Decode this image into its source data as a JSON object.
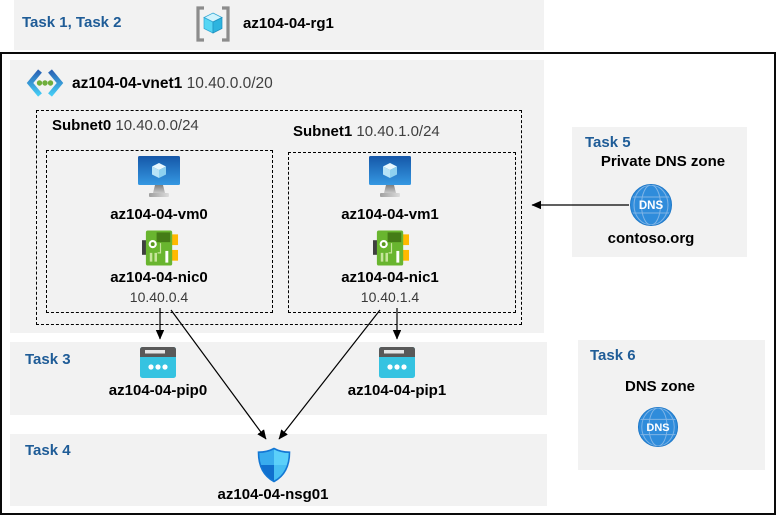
{
  "colors": {
    "task_label_blue": "#1F5C97",
    "panel_gray": "#F2F2F2",
    "outer_border": "#0A0A0A",
    "arrow": "#000000",
    "vm_blue": "#1E5FB4",
    "nic_green": "#69B52F",
    "pip_cyan": "#35C3E1",
    "nsg_blue": "#1377D4",
    "dns_blue": "#2F8CDB"
  },
  "rg_band": {
    "tasks": "Task 1, Task 2",
    "rg_name": "az104-04-rg1"
  },
  "vnet": {
    "name": "az104-04-vnet1",
    "cidr": "10.40.0.0/20",
    "subnets": [
      {
        "name": "Subnet0",
        "cidr": "10.40.0.0/24",
        "vm": "az104-04-vm0",
        "nic": "az104-04-nic0",
        "ip": "10.40.0.4"
      },
      {
        "name": "Subnet1",
        "cidr": "10.40.1.0/24",
        "vm": "az104-04-vm1",
        "nic": "az104-04-nic1",
        "ip": "10.40.1.4"
      }
    ]
  },
  "task3": {
    "label": "Task 3",
    "pip0": "az104-04-pip0",
    "pip1": "az104-04-pip1"
  },
  "task4": {
    "label": "Task 4",
    "nsg": "az104-04-nsg01"
  },
  "task5": {
    "label": "Task 5",
    "title": "Private DNS zone",
    "zone": "contoso.org",
    "dns_icon_text": "DNS"
  },
  "task6": {
    "label": "Task 6",
    "title": "DNS zone",
    "dns_icon_text": "DNS"
  },
  "icons": {
    "resource_group": "resource-group-icon",
    "virtual_network": "vnet-icon",
    "virtual_machine": "vm-icon",
    "network_interface": "nic-icon",
    "public_ip": "public-ip-icon",
    "network_security_group": "nsg-shield-icon",
    "dns": "dns-globe-icon"
  }
}
